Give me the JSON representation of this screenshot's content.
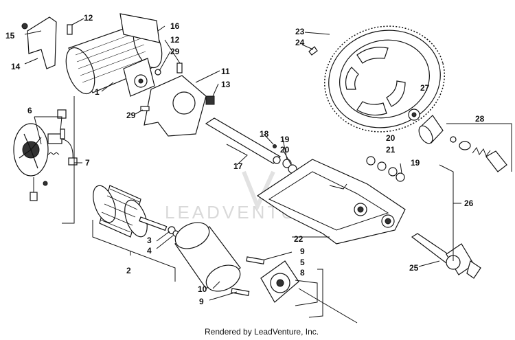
{
  "labels": [
    {
      "id": "1",
      "text": "1"
    },
    {
      "id": "2",
      "text": "2"
    },
    {
      "id": "3",
      "text": "3"
    },
    {
      "id": "4",
      "text": "4"
    },
    {
      "id": "5",
      "text": "5"
    },
    {
      "id": "6",
      "text": "6"
    },
    {
      "id": "7",
      "text": "7"
    },
    {
      "id": "8",
      "text": "8"
    },
    {
      "id": "9a",
      "text": "9"
    },
    {
      "id": "9b",
      "text": "9"
    },
    {
      "id": "10",
      "text": "10"
    },
    {
      "id": "11",
      "text": "11"
    },
    {
      "id": "12a",
      "text": "12"
    },
    {
      "id": "12b",
      "text": "12"
    },
    {
      "id": "13",
      "text": "13"
    },
    {
      "id": "14",
      "text": "14"
    },
    {
      "id": "15",
      "text": "15"
    },
    {
      "id": "16",
      "text": "16"
    },
    {
      "id": "17",
      "text": "17"
    },
    {
      "id": "18",
      "text": "18"
    },
    {
      "id": "19a",
      "text": "19"
    },
    {
      "id": "19b",
      "text": "19"
    },
    {
      "id": "20a",
      "text": "20"
    },
    {
      "id": "20b",
      "text": "20"
    },
    {
      "id": "21",
      "text": "21"
    },
    {
      "id": "22",
      "text": "22"
    },
    {
      "id": "23",
      "text": "23"
    },
    {
      "id": "24",
      "text": "24"
    },
    {
      "id": "25",
      "text": "25"
    },
    {
      "id": "26",
      "text": "26"
    },
    {
      "id": "27",
      "text": "27"
    },
    {
      "id": "28",
      "text": "28"
    },
    {
      "id": "29a",
      "text": "29"
    },
    {
      "id": "29b",
      "text": "29"
    }
  ],
  "watermark": "LEADVENTURE",
  "credit": "Rendered by LeadVenture, Inc."
}
